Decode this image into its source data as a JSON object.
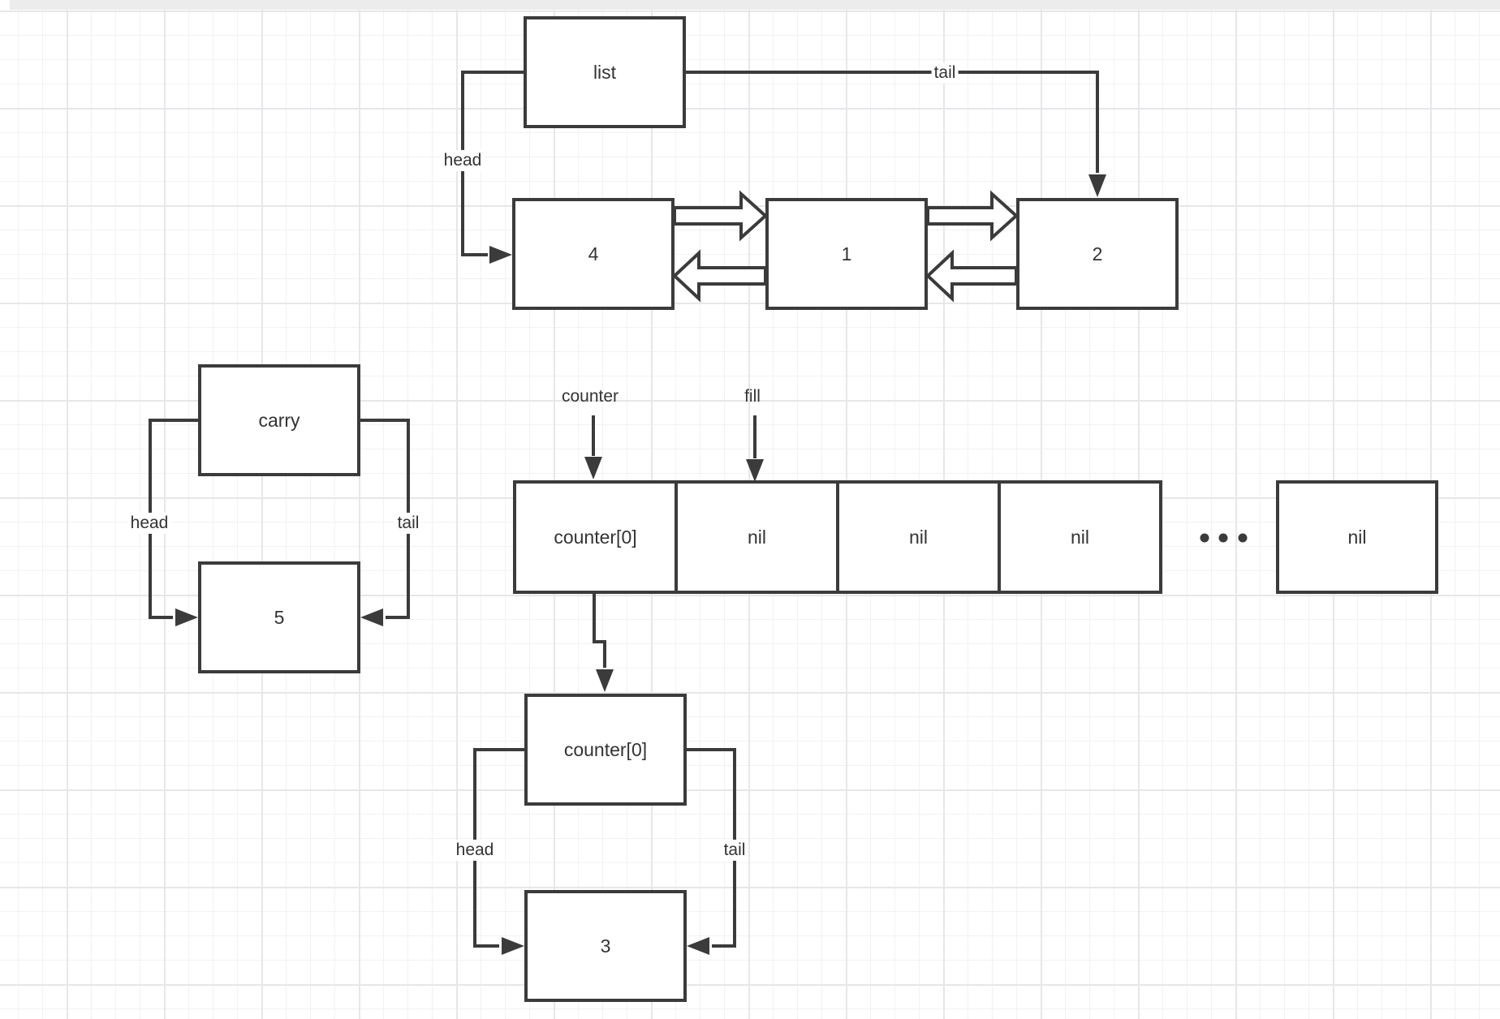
{
  "colors": {
    "stroke": "#3b3b3b",
    "text": "#333333",
    "canvas": "#ffffff",
    "grid_minor": "#f2f2f4",
    "grid_major": "#e7e7ea",
    "topbar": "#ececec"
  },
  "upper_list": {
    "list_label": "list",
    "head_label": "head",
    "tail_label": "tail",
    "nodes": [
      "4",
      "1",
      "2"
    ]
  },
  "carry_group": {
    "box_label": "carry",
    "head_label": "head",
    "tail_label": "tail",
    "node_label": "5"
  },
  "counter_array": {
    "counter_pointer_label": "counter",
    "fill_pointer_label": "fill",
    "cells": [
      "counter[0]",
      "nil",
      "nil",
      "nil"
    ],
    "last_cell_label": "nil"
  },
  "lower_group": {
    "box_label": "counter[0]",
    "head_label": "head",
    "tail_label": "tail",
    "node_label": "3"
  }
}
